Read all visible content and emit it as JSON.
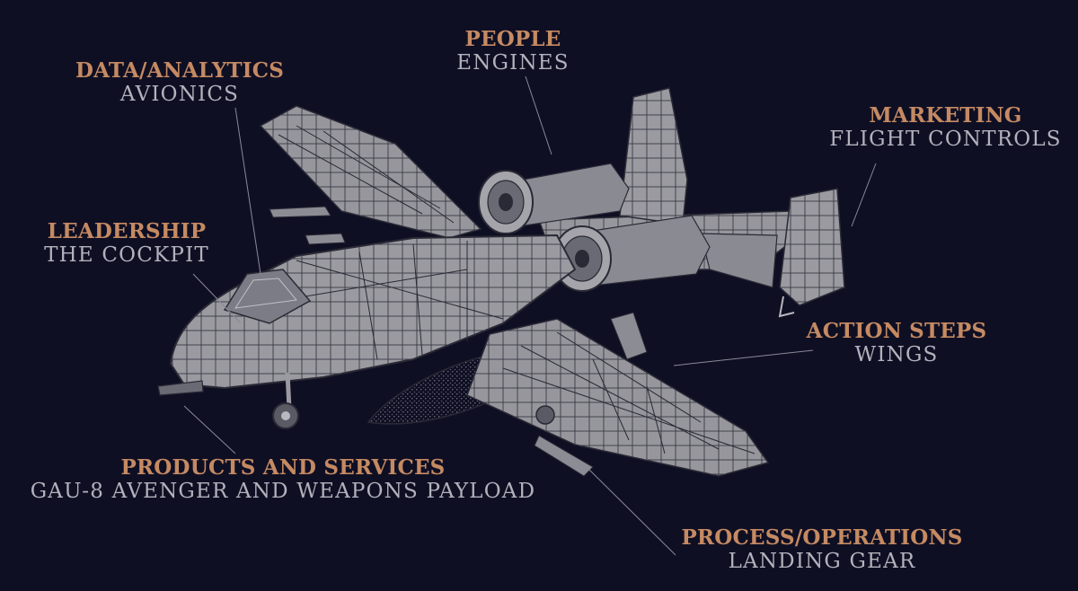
{
  "colors": {
    "background": "#0f0f24",
    "category_text": "#c58a62",
    "part_text": "#b2b2bc",
    "aircraft_fill": "#96969c",
    "aircraft_line": "#2a2a36",
    "leader_line": "#8a8a96"
  },
  "labels": [
    {
      "category": "PEOPLE",
      "part": "ENGINES"
    },
    {
      "category": "DATA/ANALYTICS",
      "part": "AVIONICS"
    },
    {
      "category": "MARKETING",
      "part": "FLIGHT CONTROLS"
    },
    {
      "category": "LEADERSHIP",
      "part": "THE COCKPIT"
    },
    {
      "category": "ACTION STEPS",
      "part": "WINGS"
    },
    {
      "category": "PRODUCTS AND SERVICES",
      "part": "GAU-8 AVENGER AND WEAPONS PAYLOAD"
    },
    {
      "category": "PROCESS/OPERATIONS",
      "part": "LANDING GEAR"
    }
  ]
}
